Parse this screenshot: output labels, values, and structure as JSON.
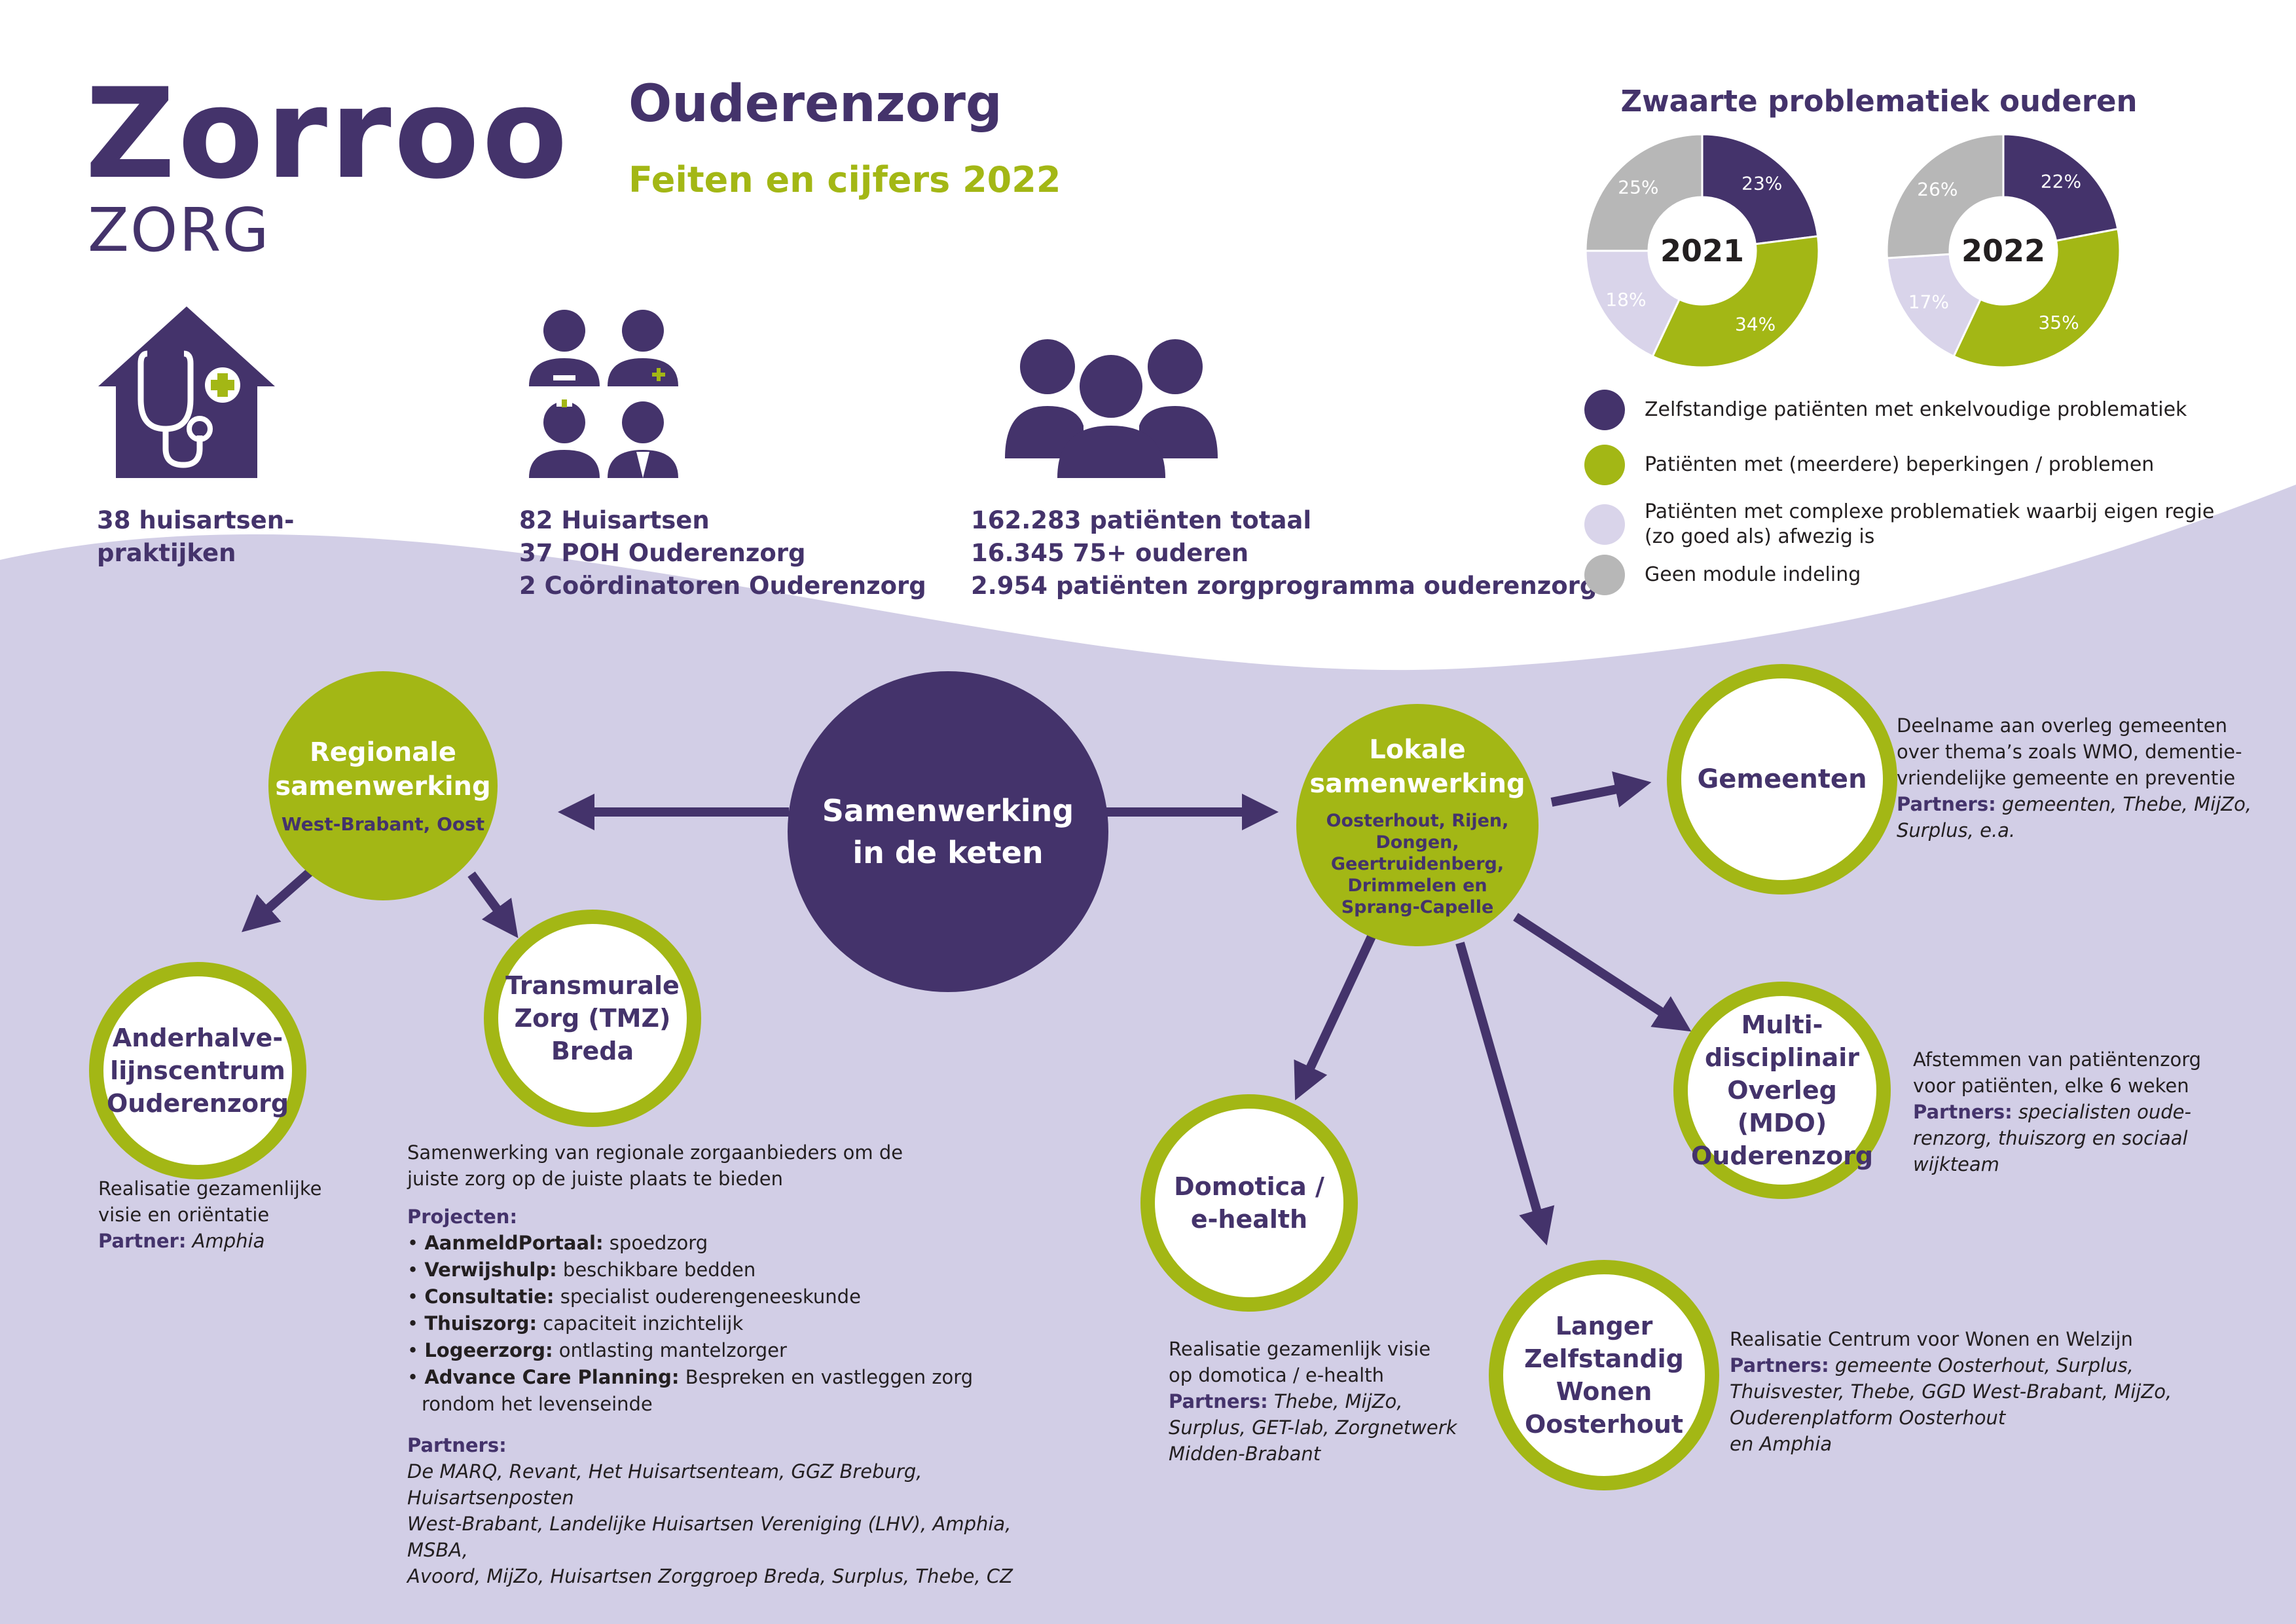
{
  "logo": {
    "word": "Zorroo",
    "sub": "ZORG"
  },
  "header": {
    "title": "Ouderenzorg",
    "subtitle": "Feiten en cijfers 2022"
  },
  "stats": {
    "practices": [
      "38 huisartsen-",
      "praktijken"
    ],
    "staff": [
      "82 Huisartsen",
      "37 POH Ouderenzorg",
      "2 Coördinatoren Ouderenzorg"
    ],
    "patients": [
      "162.283 patiënten totaal",
      "16.345 75+ ouderen",
      "2.954 patiënten zorgprogramma ouderenzorg"
    ]
  },
  "chart_data": {
    "type": "pie",
    "title": "Zwaarte problematiek ouderen",
    "charts": [
      {
        "label": "2021",
        "slices": [
          {
            "category": "Zelfstandige patiënten met enkelvoudige problematiek",
            "value": 23,
            "label": "23%"
          },
          {
            "category": "Patiënten met (meerdere) beperkingen / problemen",
            "value": 34,
            "label": "34%"
          },
          {
            "category": "Patiënten met complexe problematiek waarbij eigen regie (zo goed als) afwezig is",
            "value": 18,
            "label": "18%"
          },
          {
            "category": "Geen module indeling",
            "value": 25,
            "label": "25%"
          }
        ]
      },
      {
        "label": "2022",
        "slices": [
          {
            "category": "Zelfstandige patiënten met enkelvoudige problematiek",
            "value": 22,
            "label": "22%"
          },
          {
            "category": "Patiënten met (meerdere) beperkingen / problemen",
            "value": 35,
            "label": "35%"
          },
          {
            "category": "Patiënten met complexe problematiek waarbij eigen regie (zo goed als) afwezig is",
            "value": 17,
            "label": "17%"
          },
          {
            "category": "Geen module indeling",
            "value": 26,
            "label": "26%"
          }
        ]
      }
    ],
    "legend": [
      {
        "text": [
          "Zelfstandige patiënten met enkelvoudige problematiek"
        ],
        "color": "#44336b"
      },
      {
        "text": [
          "Patiënten met (meerdere) beperkingen / problemen"
        ],
        "color": "#a3b715"
      },
      {
        "text": [
          "Patiënten met complexe problematiek waarbij eigen regie",
          "(zo goed als) afwezig is"
        ],
        "color": "#d9d4ea"
      },
      {
        "text": [
          "Geen module indeling"
        ],
        "color": "#b7b7b7"
      }
    ],
    "colors": [
      "#44336b",
      "#a3b715",
      "#d9d4ea",
      "#b7b7b7"
    ],
    "legend_position": "below"
  },
  "colors": {
    "purple": "#44336b",
    "green": "#a3b715",
    "lavender": "#d2cee6",
    "white": "#ffffff"
  },
  "diagram": {
    "center": [
      "Samenwerking",
      "in de keten"
    ],
    "regional": {
      "title": [
        "Regionale",
        "samenwerking"
      ],
      "sub": "West-Brabant, Oost"
    },
    "local": {
      "title": [
        "Lokale",
        "samenwerking"
      ],
      "sub": [
        "Oosterhout, Rijen, Dongen,",
        "Geertruidenberg,",
        "Drimmelen en",
        "Sprang-Capelle"
      ]
    },
    "anderhalve": {
      "title": [
        "Anderhalve-",
        "lijnscentrum",
        "Ouderenzorg"
      ],
      "desc": [
        "Realisatie gezamenlijke",
        "visie en oriëntatie"
      ],
      "partner_label": "Partner:",
      "partner": "Amphia"
    },
    "tmz": {
      "title": [
        "Transmurale",
        "Zorg (TMZ)",
        "Breda"
      ],
      "desc": [
        "Samenwerking van regionale zorgaanbieders om de",
        "juiste zorg op de juiste plaats te bieden"
      ],
      "projects_label": "Projecten:",
      "projects": [
        {
          "name": "AanmeldPortaal:",
          "text": " spoedzorg"
        },
        {
          "name": "Verwijshulp:",
          "text": " beschikbare bedden"
        },
        {
          "name": "Consultatie:",
          "text": " specialist ouderengeneeskunde"
        },
        {
          "name": "Thuiszorg:",
          "text": " capaciteit inzichtelijk"
        },
        {
          "name": "Logeerzorg:",
          "text": " ontlasting mantelzorger"
        },
        {
          "name": "Advance Care Planning:",
          "text": " Bespreken en vastleggen zorg"
        }
      ],
      "projects_tail": "rondom het levenseinde",
      "partners_label": "Partners:",
      "partners": [
        "De MARQ, Revant, Het Huisartsenteam, GGZ Breburg, Huisartsenposten",
        "West-Brabant, Landelijke Huisartsen Vereniging (LHV), Amphia, MSBA,",
        "Avoord, MijZo, Huisartsen Zorggroep Breda, Surplus, Thebe, CZ"
      ]
    },
    "gemeenten": {
      "title": [
        "Gemeenten"
      ],
      "desc": [
        "Deelname aan overleg gemeenten",
        "over thema’s zoals WMO, dementie-",
        "vriendelijke gemeente en preventie"
      ],
      "partners_label": "Partners:",
      "partners": [
        " gemeenten, Thebe, MijZo,",
        "Surplus, e.a."
      ]
    },
    "mdo": {
      "title": [
        "Multi-",
        "disciplinair",
        "Overleg (MDO)",
        "Ouderenzorg"
      ],
      "desc": [
        "Afstemmen van patiëntenzorg",
        "voor patiënten, elke 6 weken"
      ],
      "partners_label": "Partners:",
      "partners": [
        " specialisten oude-",
        "renzorg, thuiszorg en sociaal",
        "wijkteam"
      ]
    },
    "domotica": {
      "title": [
        "Domotica /",
        "e-health"
      ],
      "desc": [
        "Realisatie gezamenlijk visie",
        "op domotica / e-health"
      ],
      "partners_label": "Partners:",
      "partners": [
        " Thebe, MijZo,",
        "Surplus, GET-lab, Zorgnetwerk",
        "Midden-Brabant"
      ]
    },
    "langer": {
      "title": [
        "Langer",
        "Zelfstandig",
        "Wonen",
        "Oosterhout"
      ],
      "desc": [
        "Realisatie Centrum voor Wonen en Welzijn"
      ],
      "partners_label": "Partners:",
      "partners": [
        " gemeente Oosterhout, Surplus,",
        "Thuisvester, Thebe, GGD West-Brabant, MijZo,",
        "Ouderenplatform Oosterhout",
        "en Amphia"
      ]
    }
  }
}
